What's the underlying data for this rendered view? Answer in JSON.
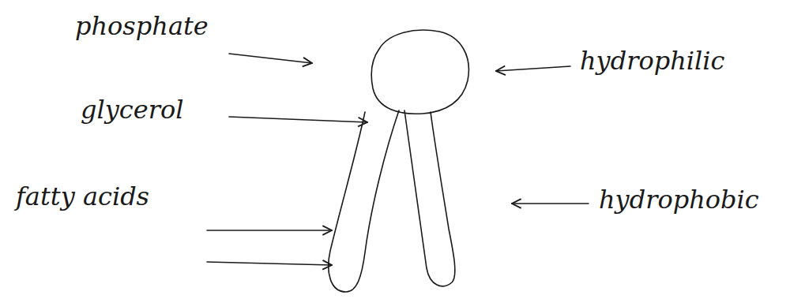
{
  "diagram": {
    "labels": [
      "phosphate",
      "glycerol",
      "fatty acids",
      "hydrophilic",
      "hydrophobic"
    ]
  }
}
